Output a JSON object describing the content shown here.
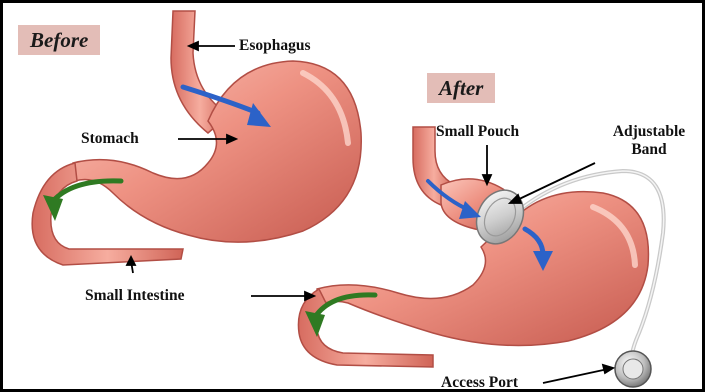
{
  "panels": {
    "before": {
      "tag": "Before"
    },
    "after": {
      "tag": "After"
    }
  },
  "labels": {
    "esophagus": "Esophagus",
    "stomach": "Stomach",
    "small_intestine": "Small Intestine",
    "small_pouch": "Small Pouch",
    "adjustable_band_line1": "Adjustable",
    "adjustable_band_line2": "Band",
    "access_port": "Access Port"
  },
  "colors": {
    "tissue": "#e98577",
    "tissue_light": "#f8b7ab",
    "tissue_dark": "#b94b44",
    "flow_arrow_blue": "#2c62c8",
    "flow_arrow_green": "#2f7a22",
    "tag_background": "#e3bdb7"
  }
}
